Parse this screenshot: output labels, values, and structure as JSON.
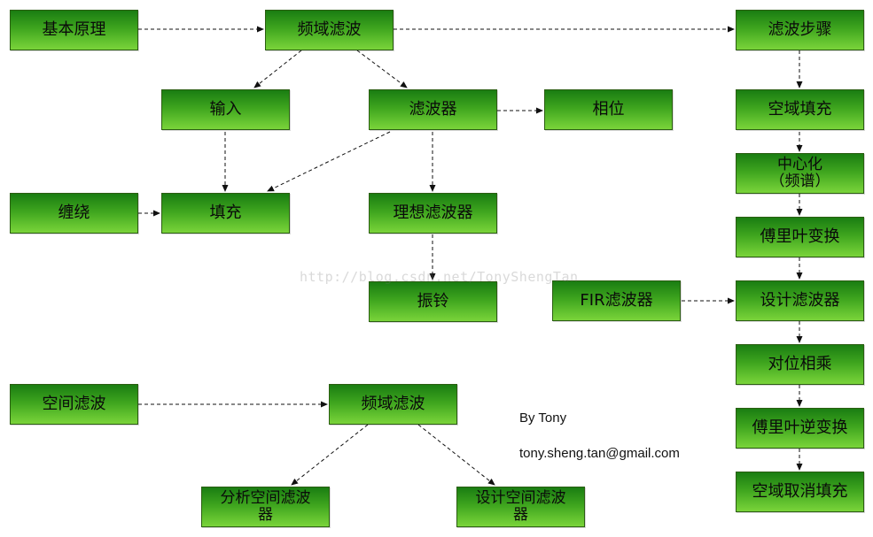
{
  "diagram": {
    "nodes": {
      "basic": "基本原理",
      "freq_filter_top": "频域滤波",
      "steps": "滤波步骤",
      "input": "输入",
      "filter": "滤波器",
      "phase": "相位",
      "spatial_pad": "空域填充",
      "centering": "中心化\n（频谱）",
      "wrap": "缠绕",
      "padding": "填充",
      "ideal_filter": "理想滤波器",
      "fourier": "傅里叶变换",
      "ringing": "振铃",
      "fir_filter": "FIR滤波器",
      "design_filter": "设计滤波器",
      "multiply": "对位相乘",
      "spatial_filter": "空间滤波",
      "freq_filter_bottom": "频域滤波",
      "inverse_fourier": "傅里叶逆变换",
      "unpad": "空域取消填充",
      "analyze_spatial": "分析空间滤波\n器",
      "design_spatial": "设计空间滤波\n器"
    },
    "colors": {
      "node_fill_top": "#1a7d12",
      "node_fill_bottom": "#7ad43a",
      "node_border": "#2b5e12",
      "edge": "#111111"
    }
  },
  "credit": {
    "author": "By Tony",
    "email": "tony.sheng.tan@gmail.com"
  },
  "watermark": "http://blog.csdn.net/TonyShengTan"
}
